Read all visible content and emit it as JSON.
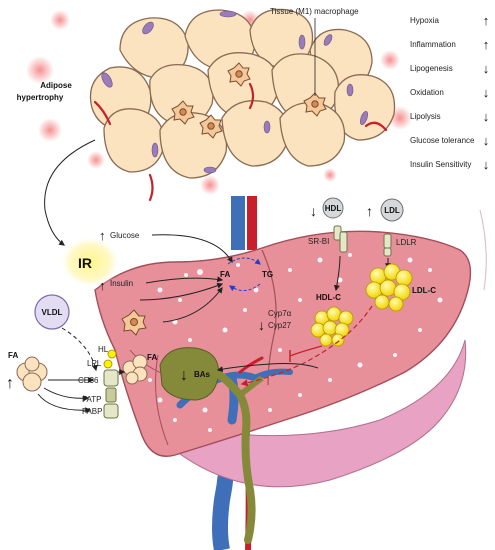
{
  "labels": {
    "adipose": "Adipose",
    "hypertrophy": "hypertrophy",
    "macrophage": "Tissue (M1) macrophage",
    "ir": "IR",
    "glucose": "Glucose",
    "insulin": "Insulin",
    "fa_liver": "FA",
    "tg": "TG",
    "vldl": "VLDL",
    "fa_left": "FA",
    "hl": "HL",
    "lpl": "LPL",
    "cd36": "CD36",
    "fatp": "FATP",
    "fabp": "FABP",
    "fa_small": "FA",
    "bas": "BAs",
    "cyp7a": "Cyp7α",
    "cyp27": "Cyp27",
    "hdl": "HDL",
    "srbi": "SR-BI",
    "hdlc": "HDL-C",
    "ldl": "LDL",
    "ldlr": "LDLR",
    "ldlc": "LDL-C"
  },
  "effects": [
    {
      "label": "Hypoxia",
      "arrow": "↑"
    },
    {
      "label": "Inflammation",
      "arrow": "↑"
    },
    {
      "label": "Lipogenesis",
      "arrow": "↓"
    },
    {
      "label": "Oxidation",
      "arrow": "↓"
    },
    {
      "label": "Lipolysis",
      "arrow": "↓"
    },
    {
      "label": "Glucose tolerance",
      "arrow": "↓"
    },
    {
      "label": "Insulin Sensitivity",
      "arrow": "↓"
    }
  ],
  "arrows": {
    "up": "↑",
    "down": "↓"
  },
  "colors": {
    "liver": "#e7909a",
    "liver_edge": "#a34e5b",
    "adipocyte": "#fbe3bf",
    "adipocyte_edge": "#8b6a52",
    "macrophage": "#f5c89a",
    "gallbladder": "#858a3a",
    "vein_blue": "#3f6fb8",
    "artery_red": "#c8202a",
    "lipid_yellow": "#fff200"
  }
}
